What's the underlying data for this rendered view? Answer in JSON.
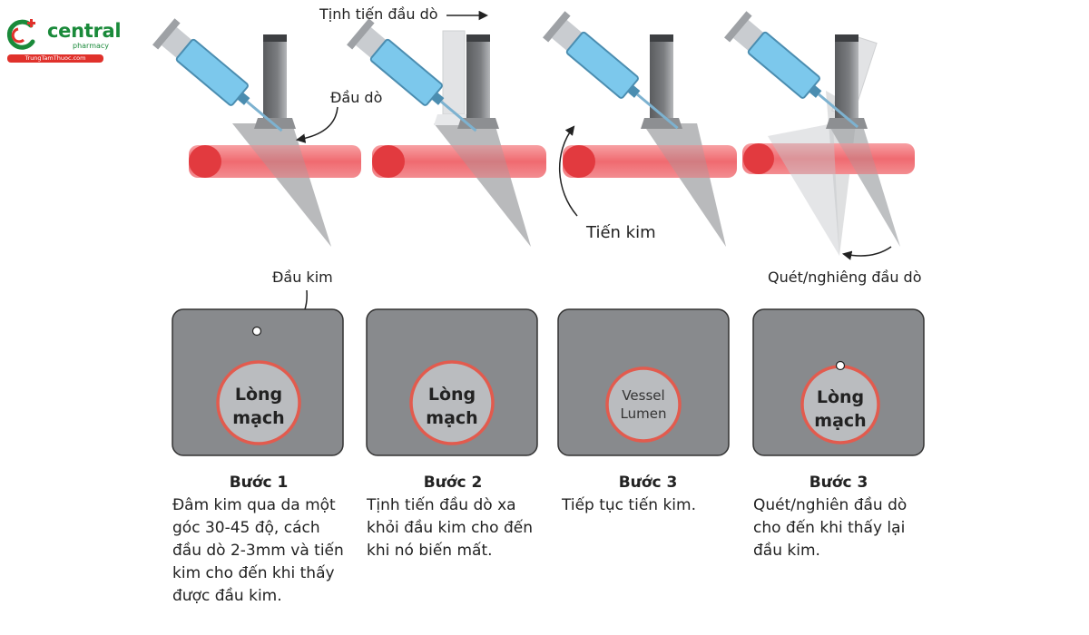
{
  "logo": {
    "brand": "central",
    "sub": "pharmacy",
    "url": "TrungTamThuoc.com",
    "colors": {
      "green": "#1a8a3a",
      "red": "#e0312b"
    }
  },
  "labels": {
    "probe_translate": "Tịnh tiến đầu dò",
    "probe": "Đầu dò",
    "advance_needle": "Tiến kim",
    "needle_tip": "Đầu kim",
    "sweep_probe": "Quét/nghiêng đầu dò"
  },
  "panels": [
    {
      "lumen": [
        "Lòng",
        "mạch"
      ]
    },
    {
      "lumen": [
        "Lòng",
        "mạch"
      ]
    },
    {
      "lumen": [
        "Vessel",
        "Lumen"
      ]
    },
    {
      "lumen": [
        "Lòng",
        "mạch"
      ]
    }
  ],
  "steps": [
    {
      "title": "Bước 1",
      "body": "Đâm kim qua da một góc 30-45 độ, cách đầu dò 2-3mm và tiến kim cho đến khi thấy được đầu kim."
    },
    {
      "title": "Bước 2",
      "body": "Tịnh tiến đầu dò xa khỏi đầu kim cho đến khi nó biến mất."
    },
    {
      "title": "Bước 3",
      "body": "Tiếp tục tiến kim."
    },
    {
      "title": "Bước 3",
      "body": "Quét/nghiên đầu dò cho đến khi thấy lại đầu kim."
    }
  ],
  "colors": {
    "vessel": "#f2797e",
    "vessel_dark": "#e23a3f",
    "panel": "#888a8d",
    "lumen_ring": "#e25b4e",
    "syringe": "#7cc8ec",
    "probe": "#6c6e71"
  }
}
